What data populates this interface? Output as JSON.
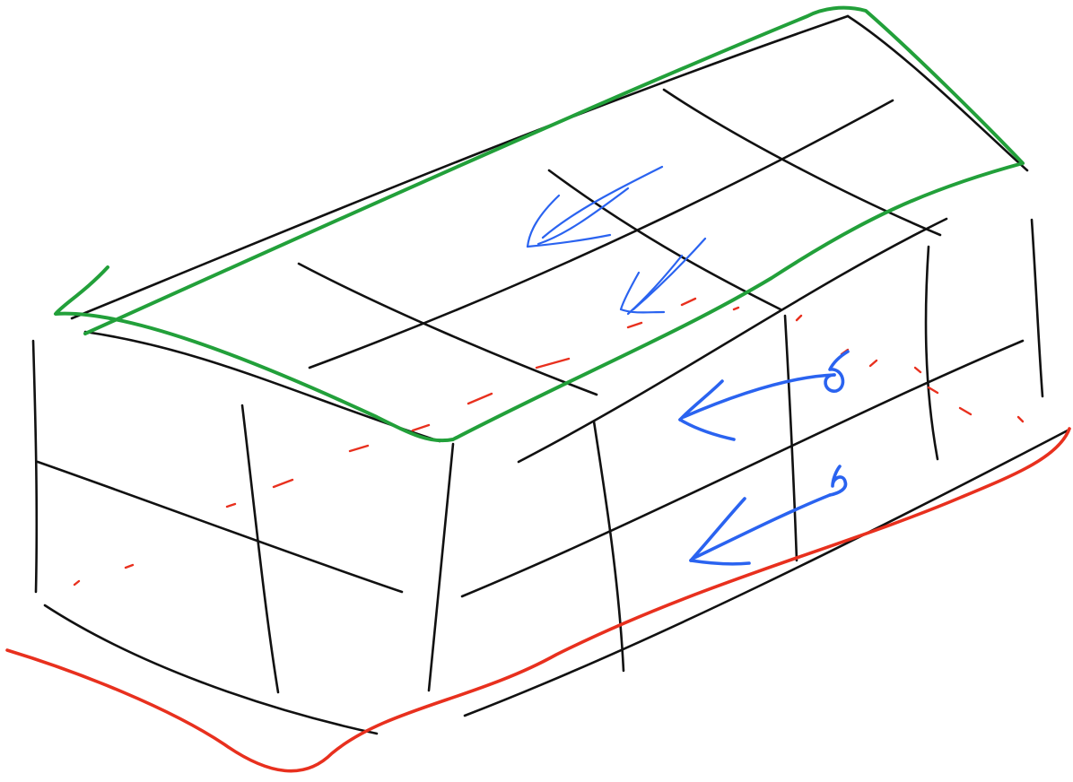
{
  "figure": {
    "description_free": true
  },
  "colors": {
    "ink": "#111111",
    "top_outline": "#22a03a",
    "bottom_outline": "#e8301e",
    "flow_arrows": "#2a63f0",
    "background": "#ffffff"
  },
  "elements": {
    "box_wireframe": "black-ink",
    "top_face_outline": "green-ink",
    "base_outline": "red-ink",
    "flow_arrows": [
      "arrow-top-1",
      "arrow-top-2",
      "arrow-side-1",
      "arrow-side-2"
    ]
  }
}
